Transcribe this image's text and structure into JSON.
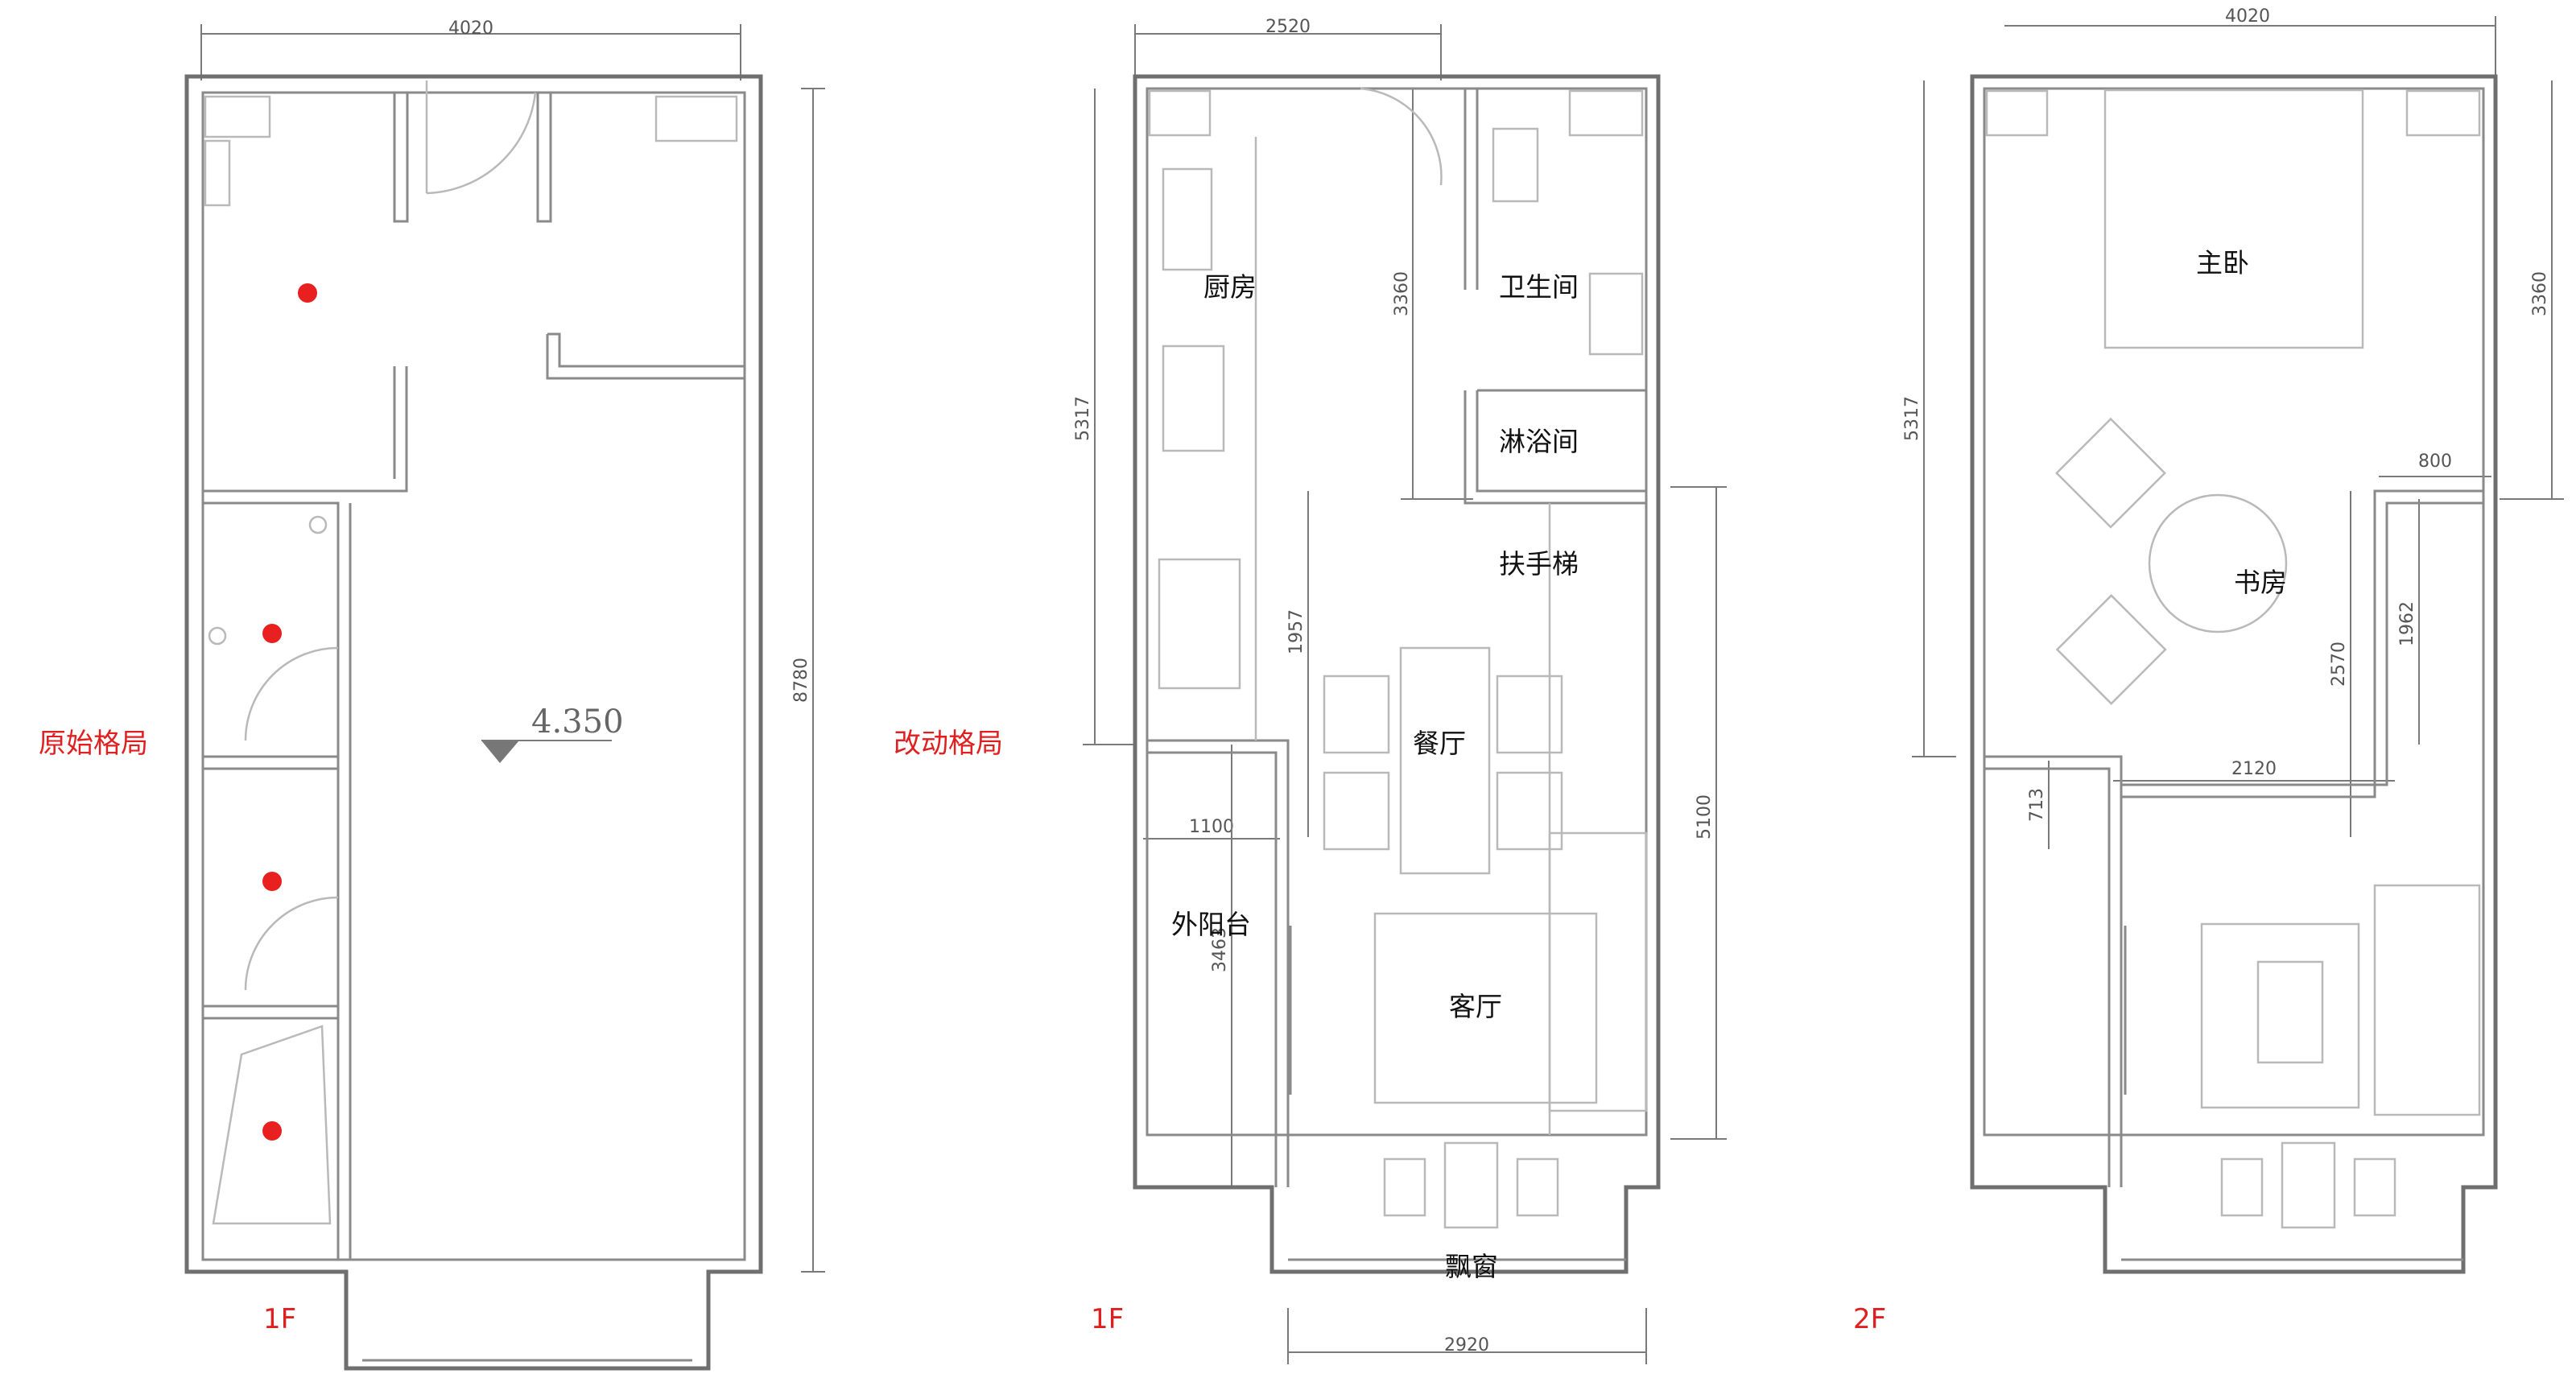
{
  "plans": [
    {
      "id": "original",
      "title": "原始格局",
      "floor": "1F",
      "dims": {
        "top": "4020",
        "right": "8780"
      },
      "elevation": "4.350"
    },
    {
      "id": "modified-1f",
      "title": "改动格局",
      "floor": "1F",
      "dims": {
        "top": "2520",
        "left": "5317",
        "kitchen_h": "3360",
        "stair_h": "1957",
        "right": "5100",
        "balcony_w": "1100",
        "balcony_h": "3463",
        "bottom": "2920"
      },
      "rooms": {
        "kitchen": "厨房",
        "bathroom": "卫生间",
        "shower": "淋浴间",
        "stair": "扶手梯",
        "dining": "餐厅",
        "balcony": "外阳台",
        "living": "客厅",
        "bay": "飘窗"
      }
    },
    {
      "id": "modified-2f",
      "floor": "2F",
      "dims": {
        "top": "4020",
        "left": "5317",
        "right": "3360",
        "d800": "800",
        "d2570": "2570",
        "d1962": "1962",
        "d2120": "2120",
        "d713": "713"
      },
      "rooms": {
        "master": "主卧",
        "study": "书房"
      }
    }
  ],
  "colors": {
    "wall": "#6f6f6f",
    "marker": "#e8201f",
    "label_red": "#e02020"
  }
}
